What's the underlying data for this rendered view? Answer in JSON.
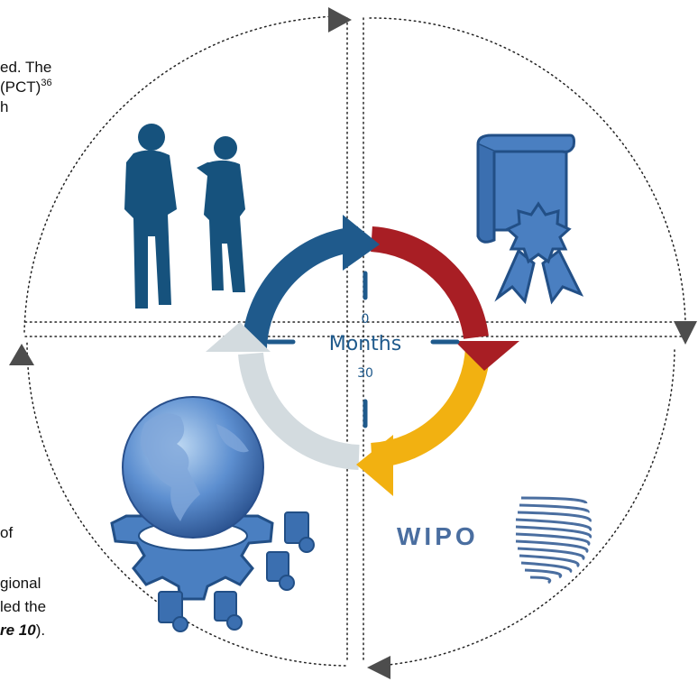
{
  "text_fragments": {
    "line1": "ed. The",
    "line2_a": "(PCT)",
    "line2_sup": "36",
    "line3": "h",
    "line4": "of",
    "line5": "gional",
    "line6": "led the",
    "line7_bold": "re 10",
    "line7_end": ")."
  },
  "center": {
    "label": "Months",
    "start_value": "0",
    "end_value": "30"
  },
  "ring_colors": [
    "#1f5a8c",
    "#a81e24",
    "#f2b111",
    "#d3dbdf"
  ],
  "logo": {
    "text": "WIPO",
    "color": "#4a6ea0"
  },
  "quadrant_icons": [
    "people-silhouette-icon",
    "patent-certificate-icon",
    "globe-gear-icon",
    "wipo-logo"
  ]
}
